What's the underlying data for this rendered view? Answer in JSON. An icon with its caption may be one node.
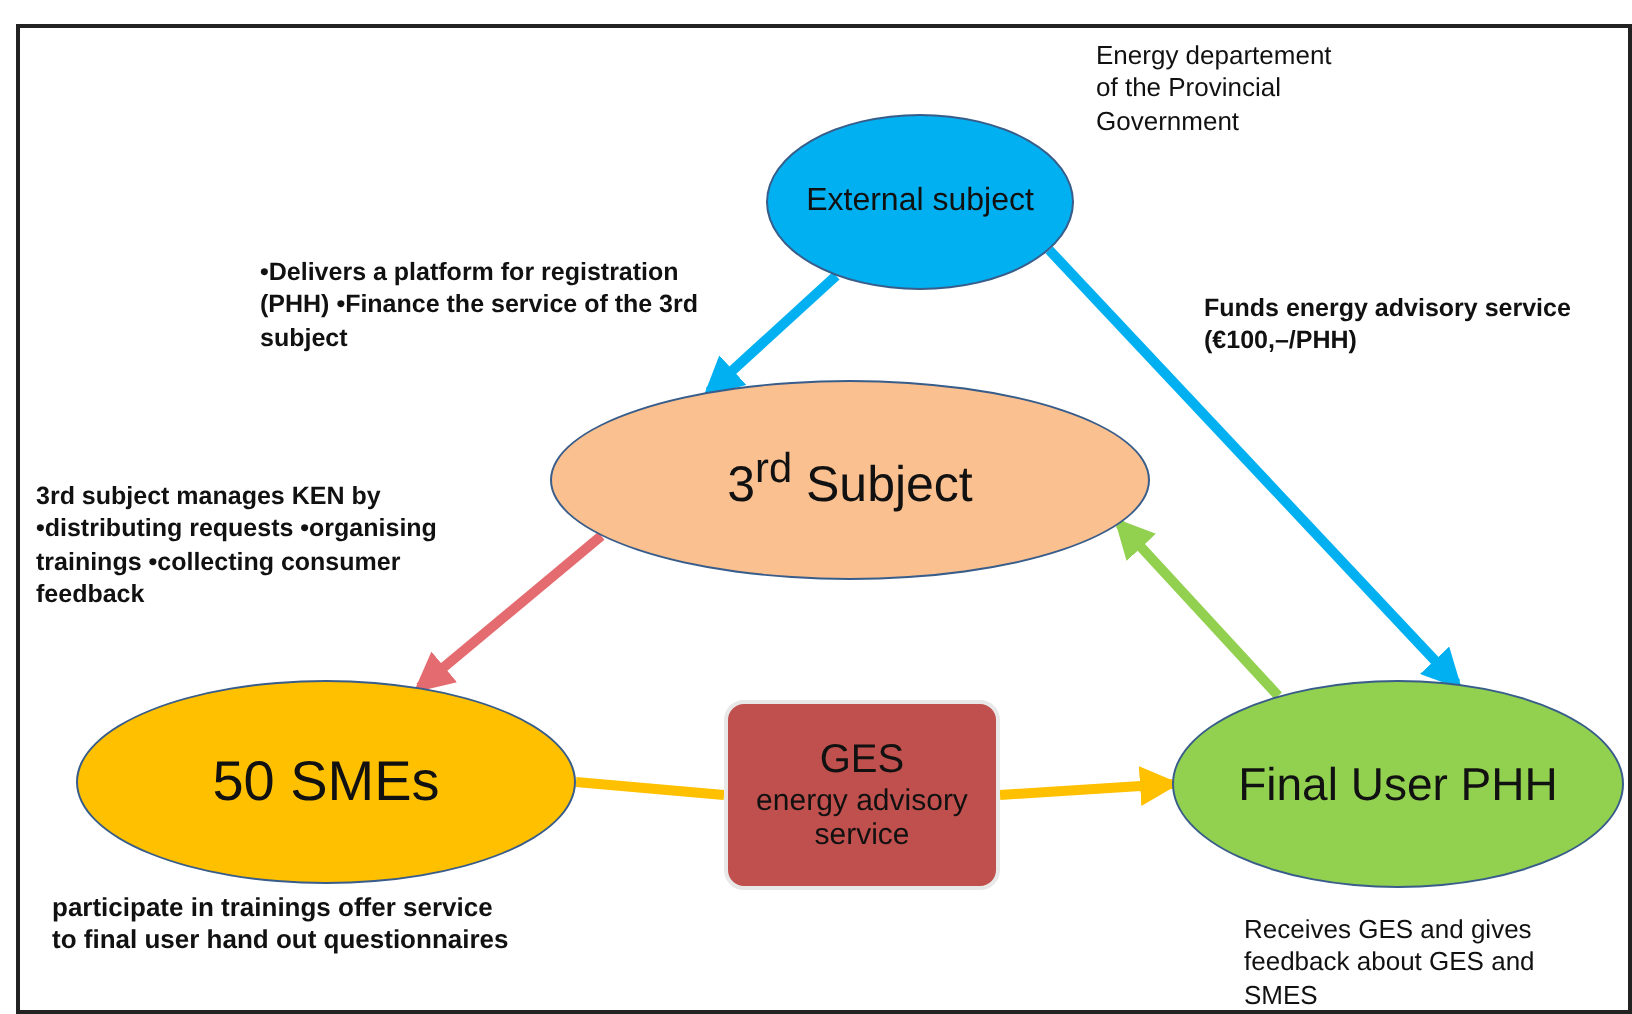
{
  "diagram": {
    "nodes": [
      {
        "text": [
          "External subject"
        ],
        "beside": [
          "Energy departement of the Provincial Government"
        ]
      },
      {
        "text": [
          "3$^{rd}$ Subject"
        ]
      },
      {
        "text": [
          "50 SMEs"
        ],
        "beside": [
          "participate in trainings offer service to final user hand out questionnaires"
        ]
      },
      {
        "text": [
          "GES",
          "energy advisory service"
        ]
      },
      {
        "text": [
          "Final User PHH"
        ],
        "beside": [
          "Receives GES and gives feedback about GES and SMES"
        ]
      }
    ],
    "edges": [
      {
        "from": 0,
        "to": 1,
        "arrow": "to",
        "label": "•Delivers a platform for registration (PHH) •Finance the service of the 3rd subject",
        "color": "#00b0f0"
      },
      {
        "from": 0,
        "to": 4,
        "arrow": "to",
        "label": "Funds energy advisory service (€100,–/PHH)",
        "color": "#00b0f0"
      },
      {
        "from": 1,
        "to": 2,
        "arrow": "to",
        "label": "3rd subject manages KEN by •distributing requests •organising trainings •collecting consumer feedback",
        "color": "#e46c70"
      },
      {
        "from": 2,
        "to": 3,
        "arrow": "none",
        "color": "#ffc000"
      },
      {
        "from": 3,
        "to": 4,
        "arrow": "to",
        "color": "#ffc000"
      },
      {
        "from": 4,
        "to": 1,
        "arrow": "to",
        "color": "#92d050"
      }
    ]
  }
}
